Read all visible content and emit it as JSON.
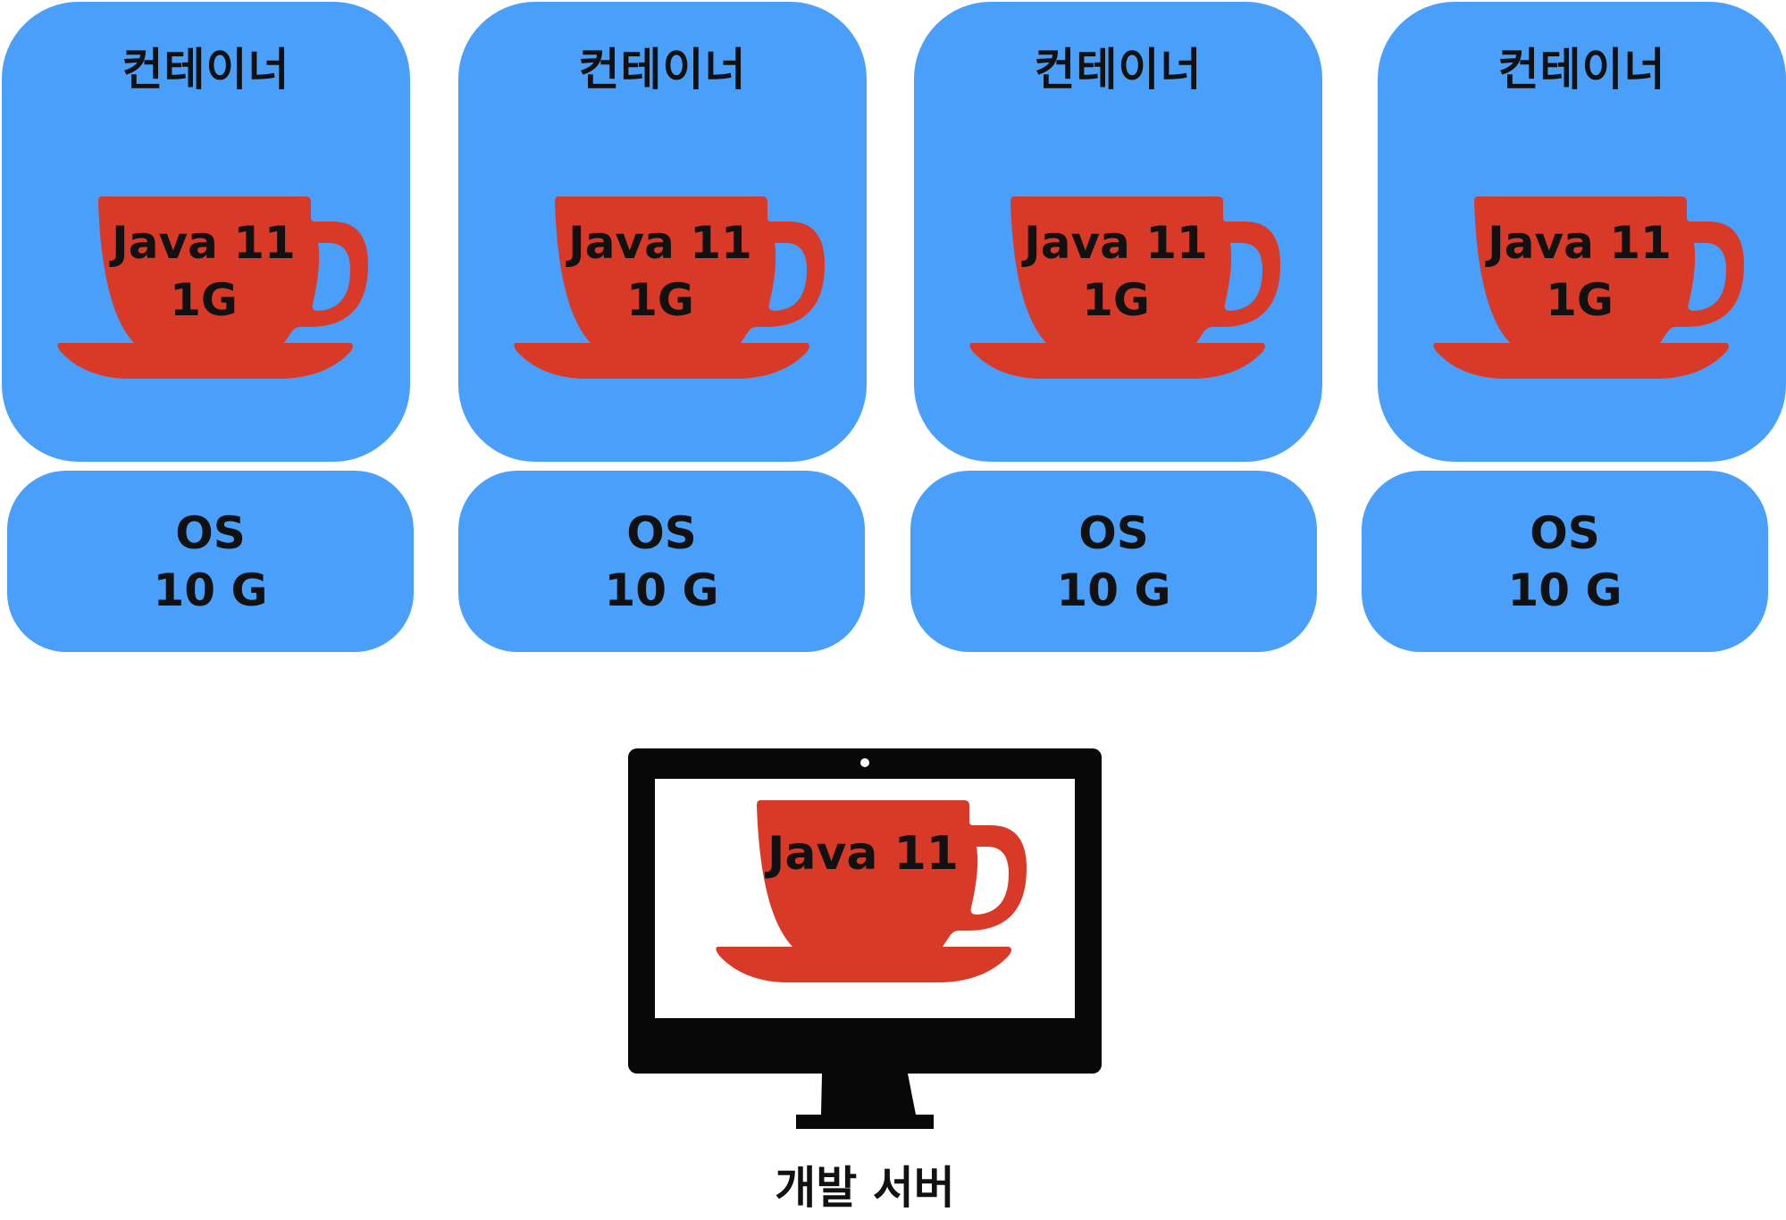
{
  "containers": [
    {
      "title": "컨테이너",
      "java": "Java 11",
      "memory": "1G",
      "os": "OS",
      "os_size": "10 G"
    },
    {
      "title": "컨테이너",
      "java": "Java 11",
      "memory": "1G",
      "os": "OS",
      "os_size": "10 G"
    },
    {
      "title": "컨테이너",
      "java": "Java 11",
      "memory": "1G",
      "os": "OS",
      "os_size": "10 G"
    },
    {
      "title": "컨테이너",
      "java": "Java 11",
      "memory": "1G",
      "os": "OS",
      "os_size": "10 G"
    }
  ],
  "server": {
    "java": "Java 11",
    "label": "개발 서버"
  },
  "colors": {
    "container_bg": "#499ffa",
    "cup": "#d93a27",
    "monitor": "#080808"
  },
  "icons": {
    "cup": "coffee-cup-icon",
    "monitor": "monitor-icon"
  }
}
